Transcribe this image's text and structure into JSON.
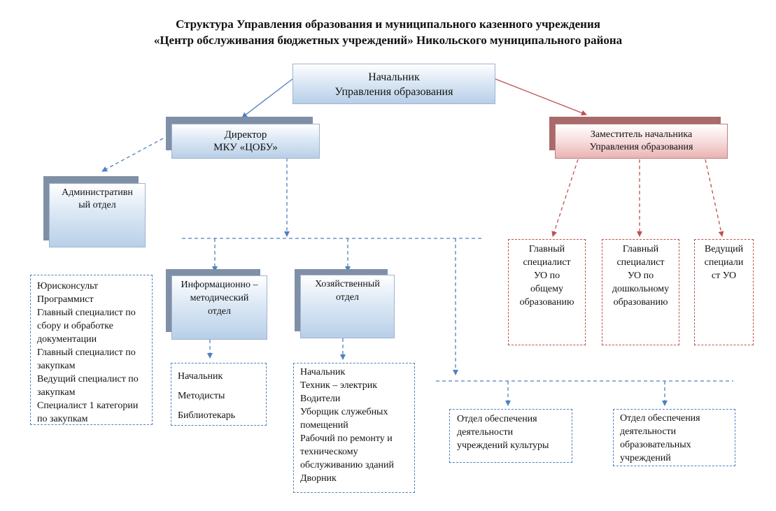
{
  "title": {
    "line1": "Структура Управления образования и муниципального казенного учреждения",
    "line2": "«Центр обслуживания бюджетных учреждений» Никольского муниципального района"
  },
  "head": {
    "line1": "Начальник",
    "line2": "Управления образования"
  },
  "director": {
    "line1": "Директор",
    "line2": "МКУ «ЦОБУ»"
  },
  "deputy": {
    "line1": "Заместитель начальника",
    "line2": "Управления образования"
  },
  "admin_dept": {
    "line1": "Административн",
    "line2": "ый отдел"
  },
  "info_dept": {
    "line1": "Информационно –",
    "line2": "методический",
    "line3": "отдел"
  },
  "econ_dept": {
    "line1": "Хозяйственный",
    "line2": "отдел"
  },
  "staff_list": [
    "Юрисконсульт",
    "Программист",
    "Главный специалист по",
    "сбору и обработке",
    "документации",
    "Главный специалист по",
    "закупкам",
    "Ведущий специалист по",
    "закупкам",
    "Специалист 1 категории",
    "по закупкам"
  ],
  "info_staff": [
    "Начальник",
    "Методисты",
    "Библиотекарь"
  ],
  "econ_staff": [
    "Начальник",
    "Техник – электрик",
    "Водители",
    "Уборщик служебных",
    "помещений",
    "Рабочий по ремонту и",
    "техническому",
    "обслуживанию зданий",
    "Дворник"
  ],
  "culture_dept": [
    "Отдел обеспечения",
    "деятельности",
    "учреждений культуры"
  ],
  "edu_inst_dept": [
    "Отдел обеспечения",
    "деятельности",
    "образовательных",
    "учреждений"
  ],
  "spec_general": [
    "Главный",
    "специалист",
    "УО по",
    "общему",
    "образованию"
  ],
  "spec_preschool": [
    "Главный",
    "специалист",
    "УО по",
    "дошкольному",
    "образованию"
  ],
  "spec_lead": [
    "Ведущий",
    "специали",
    "ст УО"
  ],
  "colors": {
    "blue_line": "#4f81bd",
    "red_line": "#c0504d",
    "blue_shadow": "#7f8fa6",
    "red_shadow": "#a86a6a"
  }
}
